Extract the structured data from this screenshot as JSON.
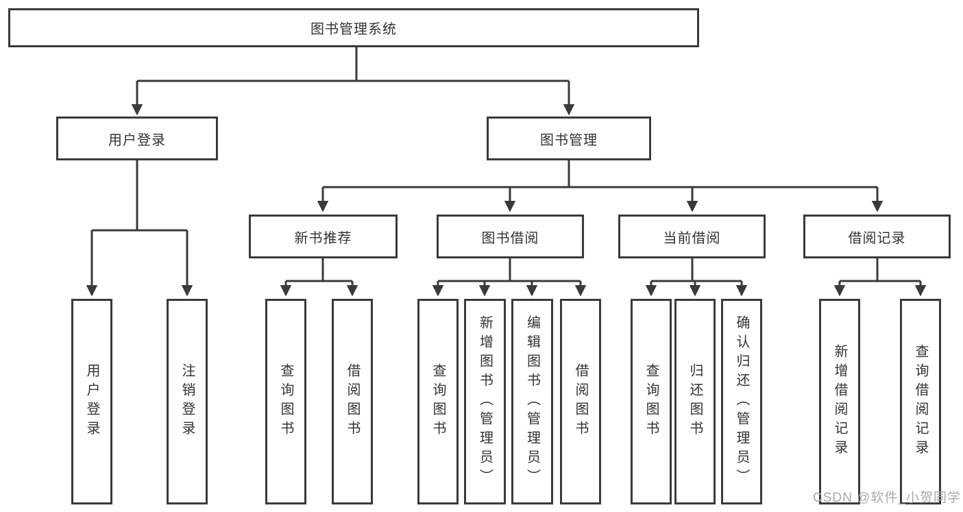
{
  "diagram": {
    "title_node": {
      "label": "图书管理系统"
    },
    "level2": [
      {
        "id": "user-login",
        "label": "用户登录"
      },
      {
        "id": "book-management",
        "label": "图书管理"
      }
    ],
    "level3": [
      {
        "id": "new-book-recommend",
        "label": "新书推荐",
        "parent": "图书管理"
      },
      {
        "id": "book-borrow",
        "label": "图书借阅",
        "parent": "图书管理"
      },
      {
        "id": "current-borrow",
        "label": "当前借阅",
        "parent": "图书管理"
      },
      {
        "id": "borrow-records",
        "label": "借阅记录",
        "parent": "图书管理"
      }
    ],
    "leaves": [
      {
        "label": "用户登录",
        "parent": "用户登录"
      },
      {
        "label": "注销登录",
        "parent": "用户登录"
      },
      {
        "label": "查询图书",
        "parent": "新书推荐"
      },
      {
        "label": "借阅图书",
        "parent": "新书推荐"
      },
      {
        "label": "查询图书",
        "parent": "图书借阅"
      },
      {
        "label": "新增图书（管理员）",
        "parent": "图书借阅"
      },
      {
        "label": "编辑图书（管理员）",
        "parent": "图书借阅"
      },
      {
        "label": "借阅图书",
        "parent": "图书借阅"
      },
      {
        "label": "查询图书",
        "parent": "当前借阅"
      },
      {
        "label": "归还图书",
        "parent": "当前借阅"
      },
      {
        "label": "确认归还（管理员）",
        "parent": "当前借阅"
      },
      {
        "label": "新增借阅记录",
        "parent": "借阅记录"
      },
      {
        "label": "查询借阅记录",
        "parent": "借阅记录"
      }
    ],
    "colors": {
      "line": "#3a3a3a",
      "border": "#3a3a3a",
      "text": "#333333",
      "background": "#ffffff",
      "watermark_text_color": "#a9a9a9"
    }
  },
  "watermark": {
    "text": "CSDN @软件_小贺同学"
  }
}
